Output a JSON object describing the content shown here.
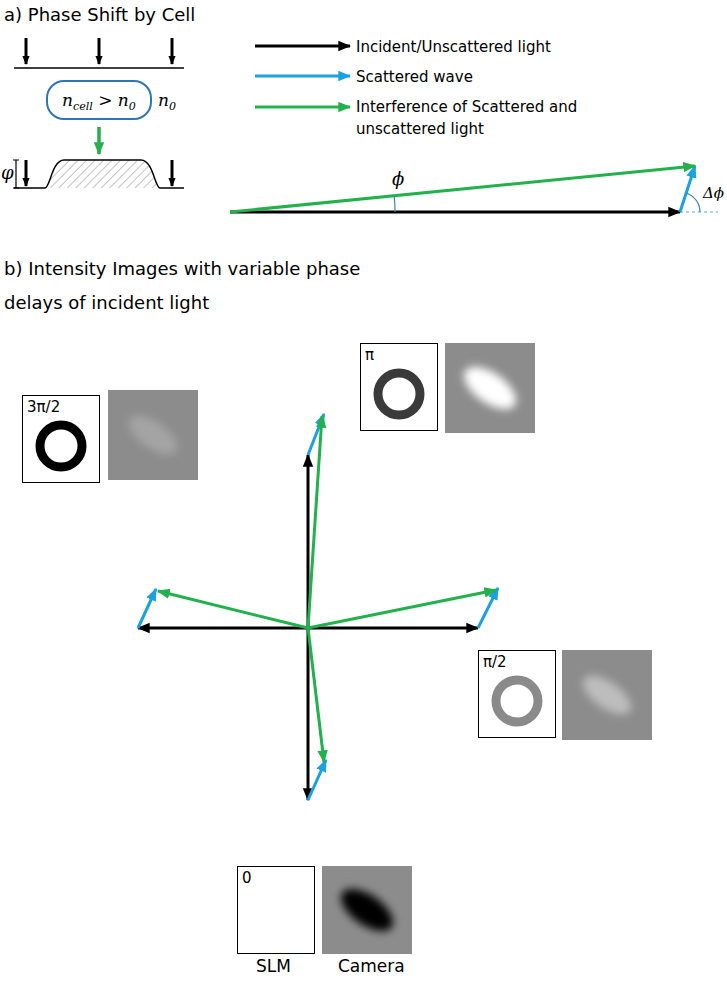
{
  "diagram": {
    "nodes": [
      {
        "text": [
          "ncell > n0"
        ]
      },
      {
        "text": [
          "π"
        ]
      },
      {
        "text": [
          "3π/2"
        ]
      },
      {
        "text": [
          "π/2"
        ]
      },
      {
        "text": [
          "0"
        ]
      }
    ],
    "labels": [
      "a) Phase Shift by Cell",
      "n0",
      "φ",
      "ϕ",
      "Δϕ",
      "b) Intensity Images with variable phase delays of incident light",
      "SLM",
      "Camera"
    ],
    "legend": [
      {
        "text": "Incident/Unscattered light"
      },
      {
        "text": "Scattered wave"
      },
      {
        "text": "Interference of Scattered and unscattered light"
      }
    ]
  }
}
